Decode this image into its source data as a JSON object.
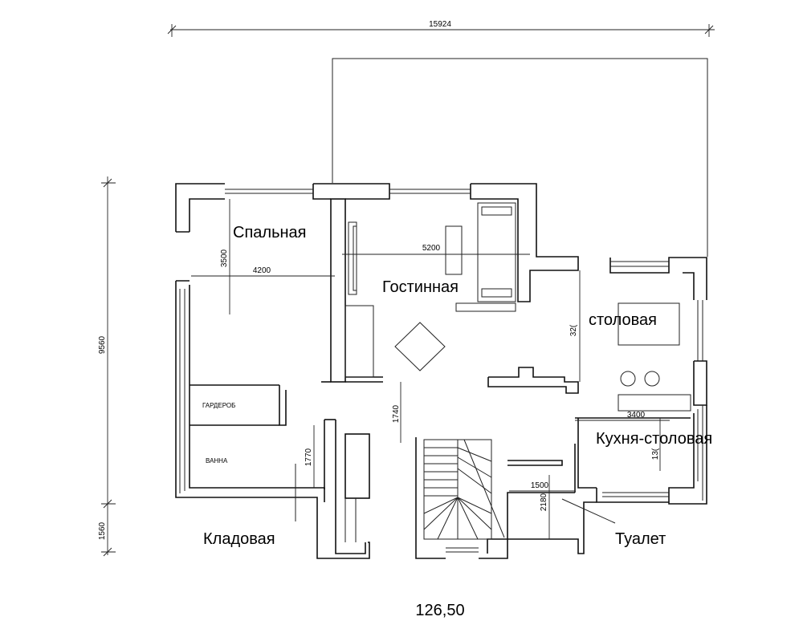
{
  "rooms": {
    "spalnaya": "Спальная",
    "gostinnaya": "Гостинная",
    "stolovaya": "столовая",
    "kukhnya": "Кухня-столовая",
    "kladovaya": "Кладовая",
    "tualet": "Туалет",
    "garderob": "ГАРДЕРОБ",
    "vanna": "ВАННА"
  },
  "dimensions": {
    "overall_width": "15924",
    "overall_height": "9560",
    "lower_height": "1560",
    "bedroom_width": "4200",
    "bedroom_depth": "3500",
    "living_width": "5200",
    "dining_height": "32(",
    "kitchen_width": "3400",
    "kitchen_height": "13(",
    "corridor": "1740",
    "bath": "1770",
    "toilet_width": "1500",
    "toilet_depth": "2180"
  },
  "area": "126,50"
}
